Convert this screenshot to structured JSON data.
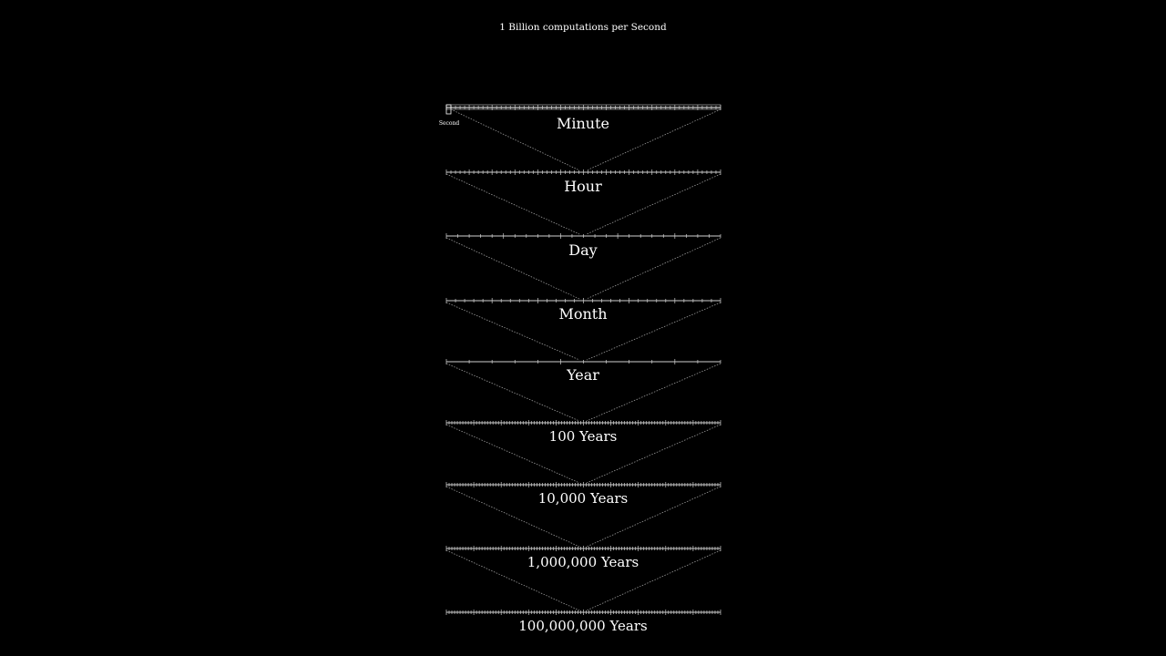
{
  "title": "1 Billion computations per Second",
  "first_unit_label": "Second",
  "colors": {
    "background": "#000000",
    "text": "#ffffff",
    "ruler": "#cfcfcf",
    "connector": "#9a9a9a"
  },
  "levels": [
    {
      "label": "Minute",
      "subdivisions": 60
    },
    {
      "label": "Hour",
      "subdivisions": 60
    },
    {
      "label": "Day",
      "subdivisions": 24
    },
    {
      "label": "Month",
      "subdivisions": 30
    },
    {
      "label": "Year",
      "subdivisions": 12
    },
    {
      "label": "100 Years",
      "subdivisions": 100
    },
    {
      "label": "10,000 Years",
      "subdivisions": 100
    },
    {
      "label": "1,000,000 Years",
      "subdivisions": 100
    },
    {
      "label": "100,000,000 Years",
      "subdivisions": 100
    }
  ]
}
